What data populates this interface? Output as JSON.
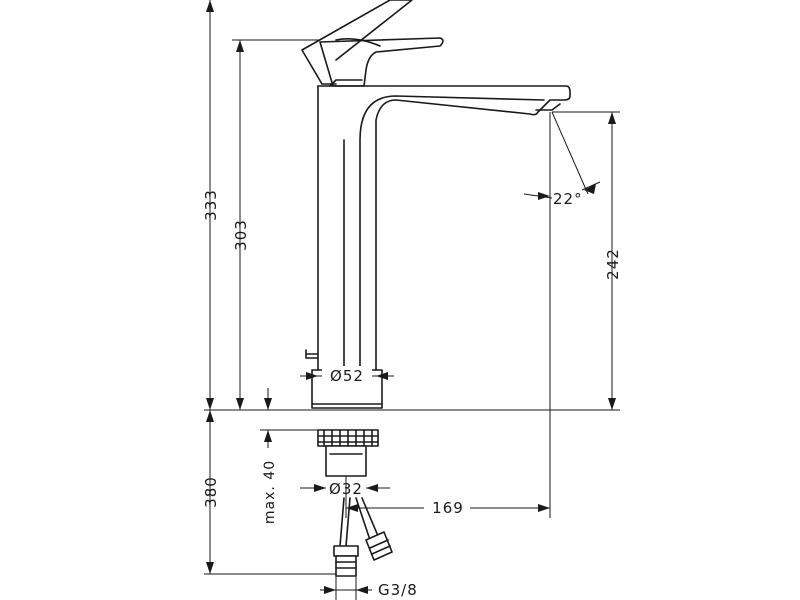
{
  "drawing": {
    "type": "technical-dimension-drawing",
    "dimensions": {
      "total_height": "333",
      "spout_height": "303",
      "below_counter": "380",
      "outlet_height": "242",
      "angle": "22°",
      "body_diameter": "Ø52",
      "shank_diameter": "Ø32",
      "reach": "169",
      "max_counter": "max. 40",
      "thread": "G3/8"
    }
  }
}
